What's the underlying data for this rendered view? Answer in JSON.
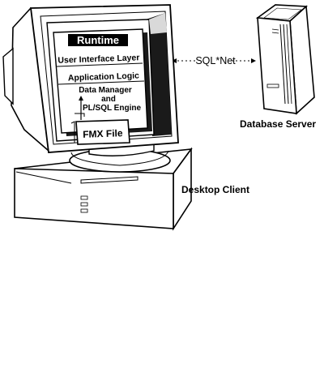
{
  "screen": {
    "runtime": "Runtime",
    "layers": [
      "User Interface Layer",
      "Application Logic",
      "Data Manager",
      "and",
      "PL/SQL Engine"
    ],
    "fmx_file": "FMX File"
  },
  "connection": {
    "label": "SQL*Net"
  },
  "labels": {
    "database_server": "Database Server",
    "desktop_client": "Desktop Client"
  },
  "colors": {
    "ink": "#000000",
    "paper": "#ffffff",
    "bezel_shadow": "#1a1a1a",
    "glare": "#d9d9d9"
  }
}
